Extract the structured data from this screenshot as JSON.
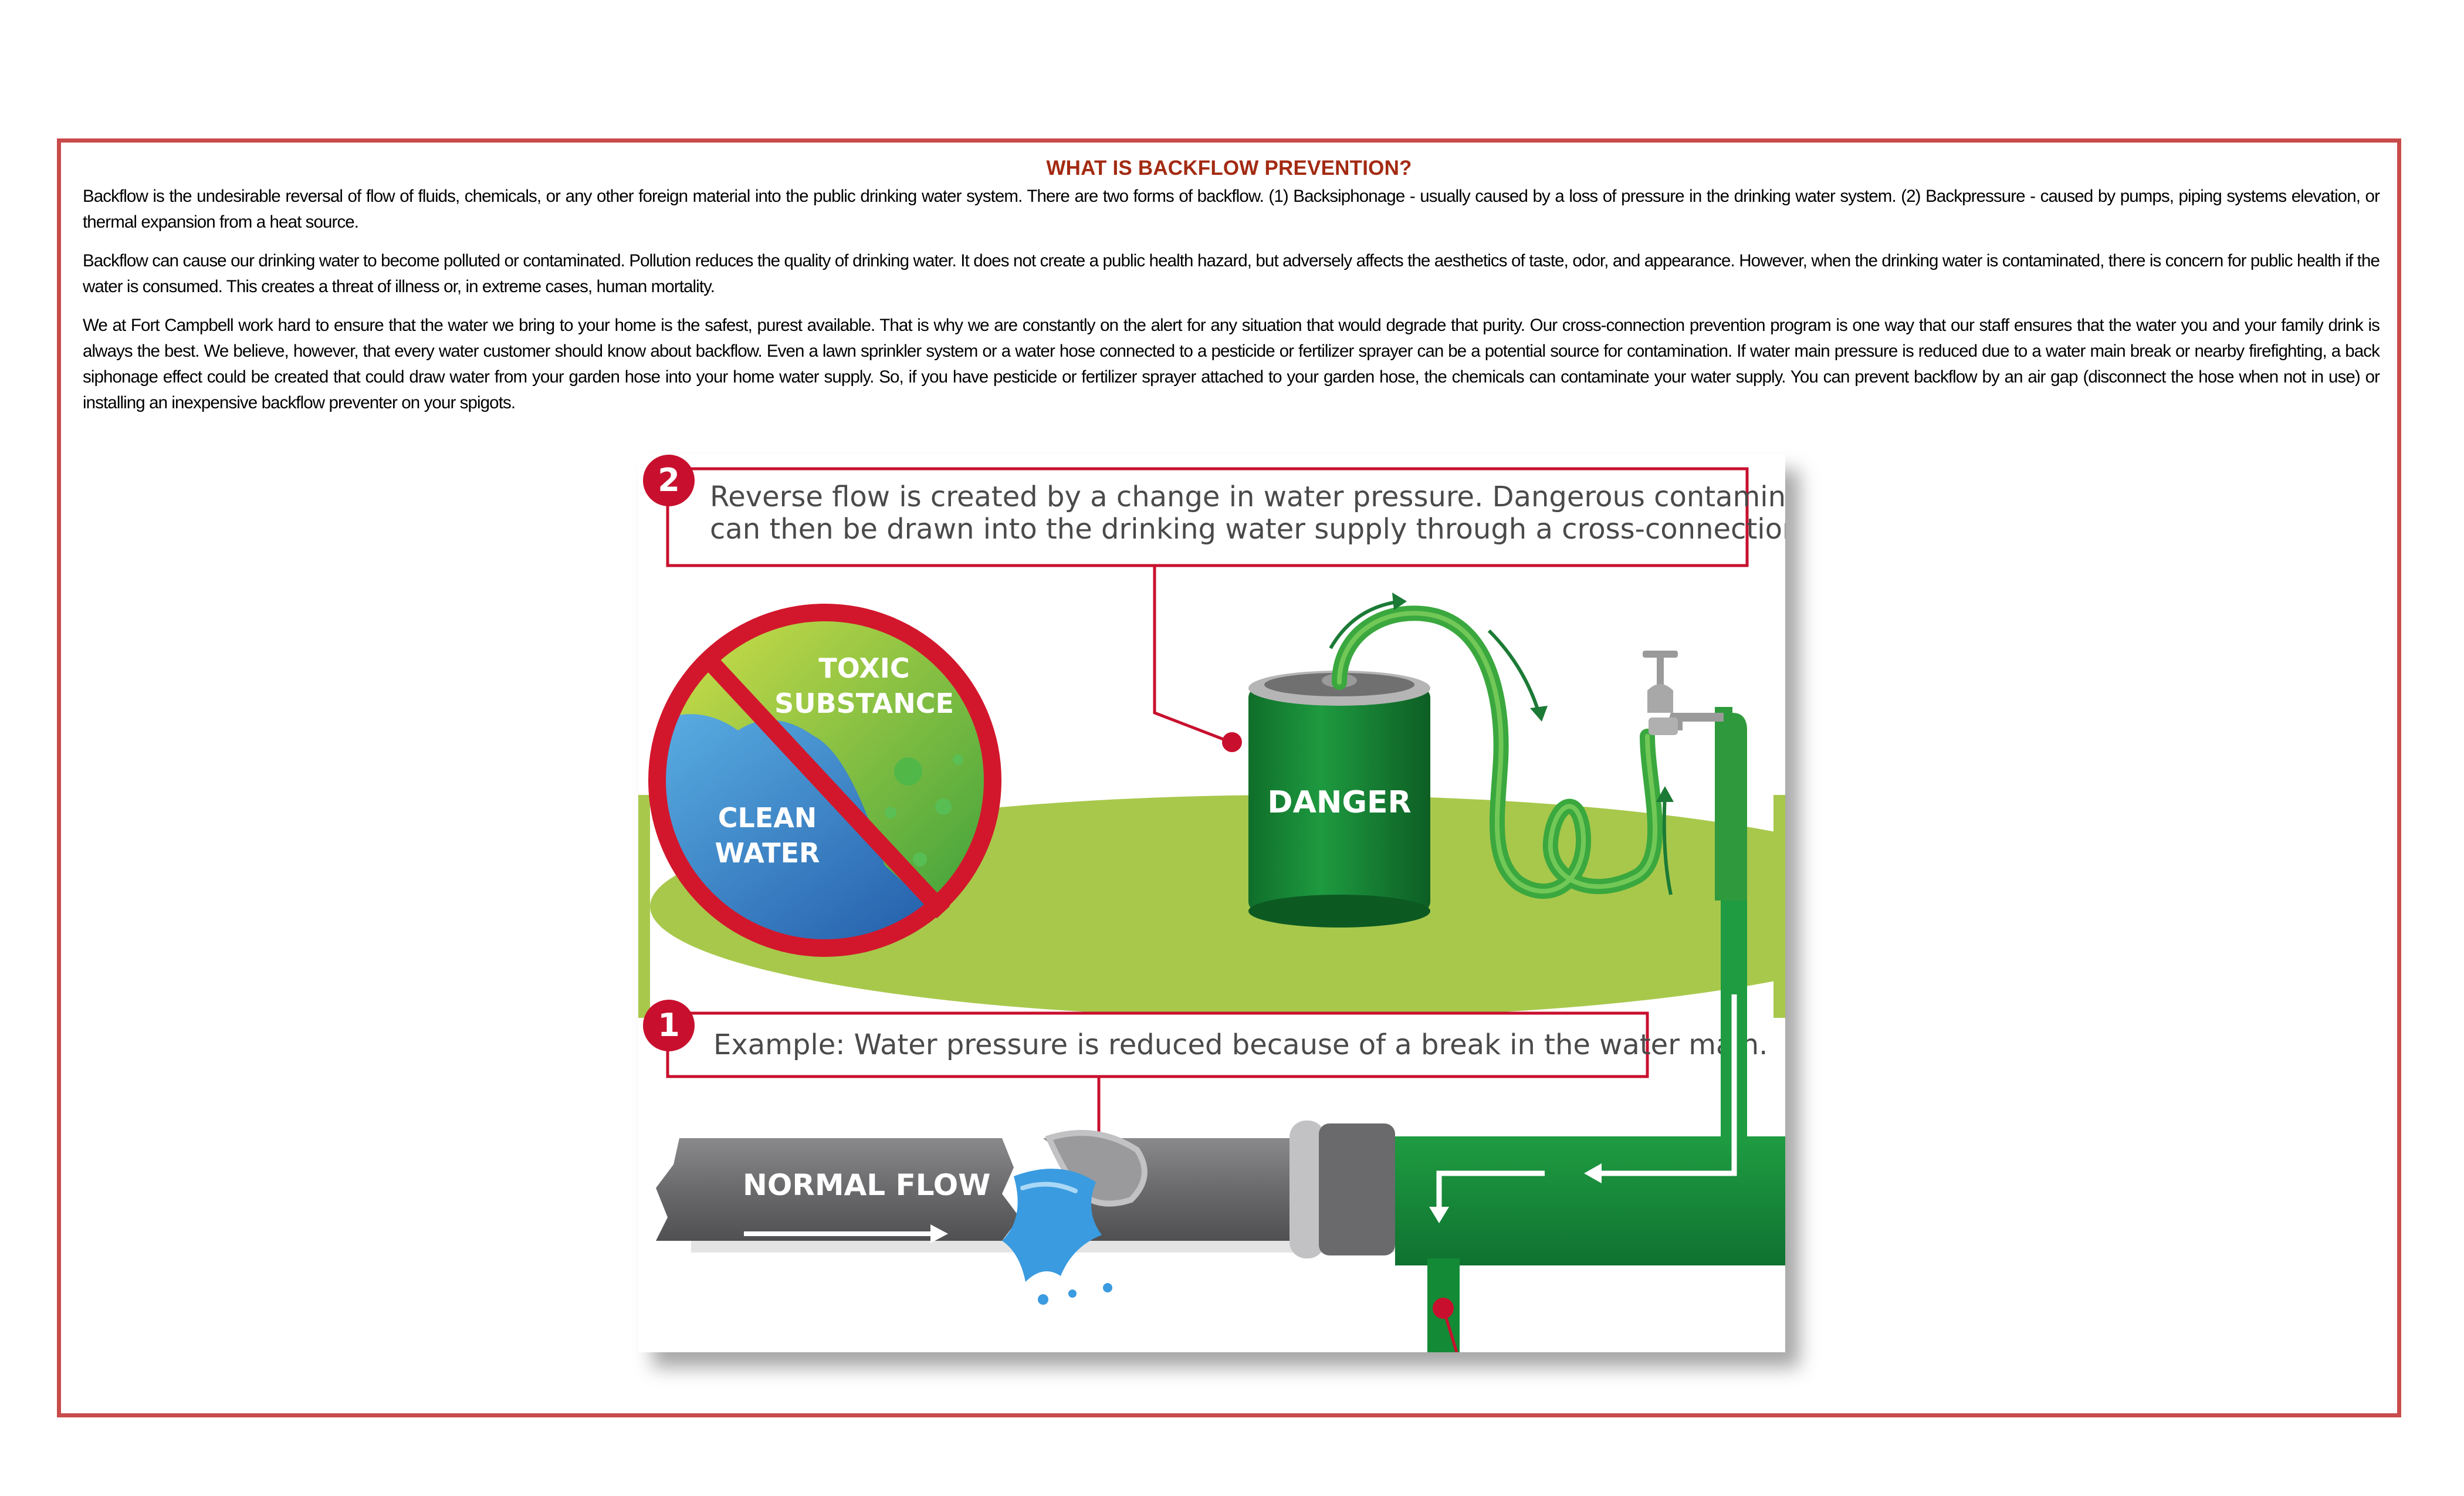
{
  "heading": "WHAT IS BACKFLOW PREVENTION?",
  "paragraphs": [
    "Backflow is the undesirable reversal of flow of fluids, chemicals, or any other foreign material into the public drinking water system. There are two forms of backflow. (1)  Backsiphonage - usually caused by a loss of pressure in the drinking water system. (2) Backpressure - caused by pumps, piping systems elevation, or thermal expansion from a heat source.",
    "Backflow can cause our drinking water to become polluted or contaminated. Pollution reduces the quality of drinking water. It does not create a public health hazard, but adversely affects the aesthetics of taste, odor, and appearance. However, when the drinking water is contaminated, there is concern for public health if the water is consumed. This creates a threat of illness or, in extreme cases, human mortality.",
    "We at Fort Campbell work hard to ensure that the water we bring to your home is the safest, purest available. That is why we are constantly on the alert for any situation that would degrade that purity. Our cross-connection prevention program is one way that our staff ensures that the water you and your family drink is always the best. We believe, however, that every water customer should know about backflow. Even a lawn sprinkler system or a water hose connected to a pesticide or fertilizer sprayer can be a potential source for contamination.  If water main pressure is reduced due to a water main break or nearby firefighting, a back siphonage effect could be created that could draw water from your garden hose into your home water supply. So, if you have pesticide or fertilizer sprayer attached to your garden hose, the chemicals can contaminate your water supply. You can prevent backflow by an air gap (disconnect the hose when not in use) or installing an inexpensive backflow preventer on your spigots."
  ],
  "figure": {
    "step2_number": "2",
    "step2_line1": "Reverse flow is created by a change in water pressure. Dangerous contaminants",
    "step2_line2": "can then be drawn into the drinking water supply through a cross-connection.",
    "toxic_line1": "TOXIC",
    "toxic_line2": "SUBSTANCE",
    "clean_line1": "CLEAN",
    "clean_line2": "WATER",
    "danger_label": "DANGER",
    "step1_number": "1",
    "step1_text": "Example: Water pressure is reduced because of a break in the water main.",
    "normal_flow_label": "NORMAL FLOW"
  },
  "colors": {
    "frame_border": "#c94b4b",
    "heading": "#a32a12",
    "callout_red": "#c8102e",
    "grass_green": "#a6c64a",
    "pipe_green": "#138a36",
    "pipe_gray": "#6e6e70",
    "water_blue": "#1f6fc0"
  }
}
